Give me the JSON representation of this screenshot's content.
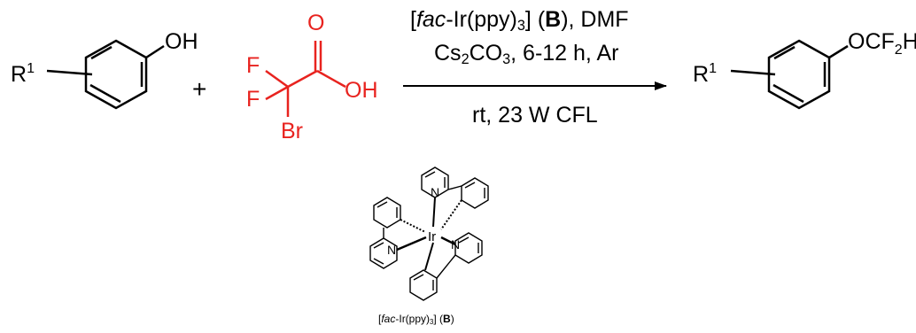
{
  "colors": {
    "black": "#000000",
    "red": "#e8231f"
  },
  "reactant1": {
    "r_group": "R",
    "r_group_sup": "1",
    "hydroxyl": "OH"
  },
  "plus_sign": "+",
  "reactant2": {
    "fluorine_top": "F",
    "fluorine_bottom": "F",
    "bromine": "Br",
    "carbonyl_oxygen": "O",
    "hydroxyl": "OH"
  },
  "conditions": {
    "line1": {
      "prefix": "[",
      "italic": "fac",
      "mid": "-Ir(ppy)",
      "sub": "3",
      "after": "] (",
      "bold": "B",
      "suffix": "), DMF"
    },
    "line2": {
      "a": "Cs",
      "sub1": "2",
      "b": "CO",
      "sub2": "3",
      "c": ", 6-12 h, Ar"
    },
    "line3": "rt, 23 W CFL"
  },
  "product": {
    "r_group": "R",
    "r_group_sup": "1",
    "group": {
      "a": "OCF",
      "sub": "2",
      "b": "H"
    }
  },
  "catalyst": {
    "metal": "Ir",
    "n_labels": [
      "N",
      "N",
      "N"
    ],
    "caption": {
      "prefix": "[",
      "italic": "fac",
      "mid": "-Ir(ppy)",
      "sub": "3",
      "after": "] (",
      "bold": "B",
      "suffix": ")"
    }
  }
}
